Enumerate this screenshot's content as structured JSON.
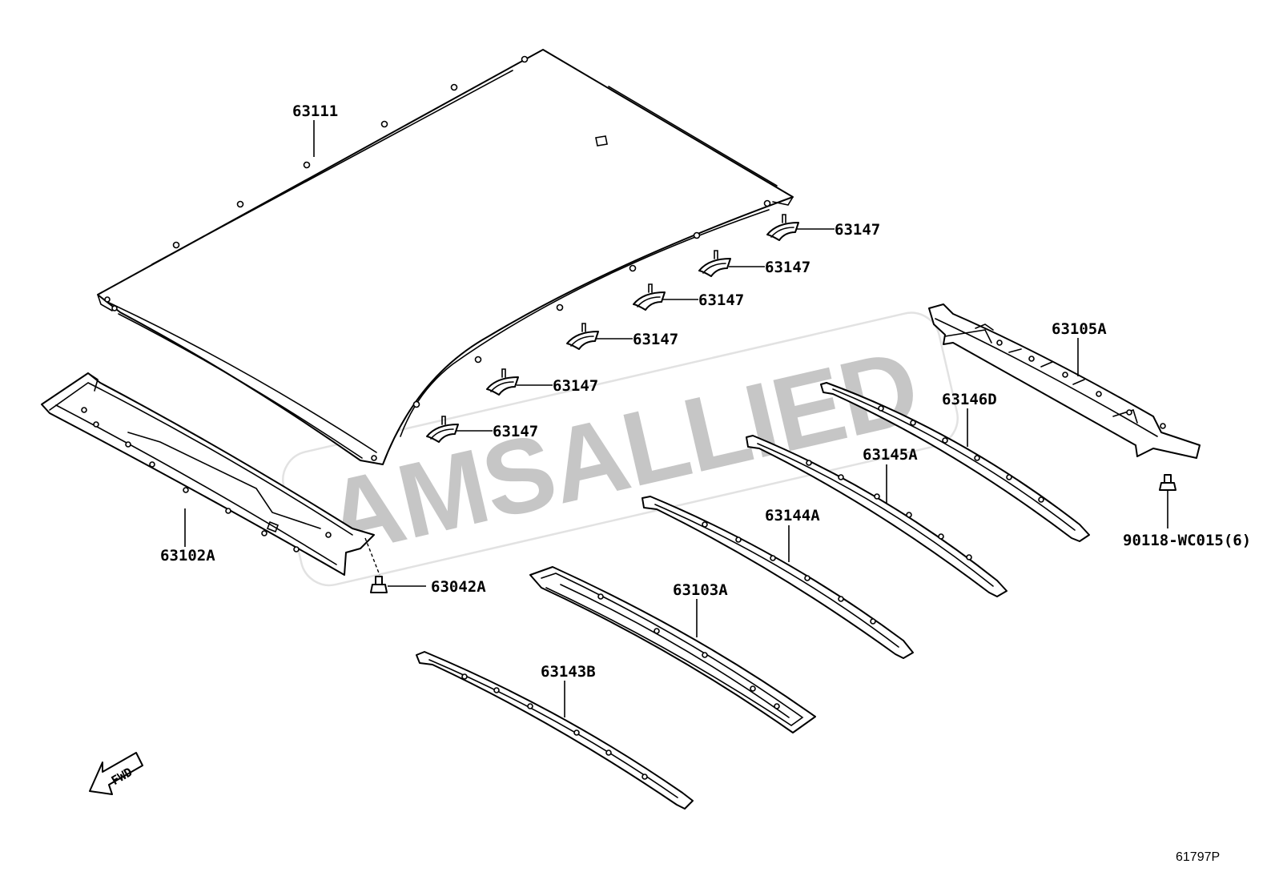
{
  "watermark": "AMSALLIED",
  "diagram_ref": "61797P",
  "fwd_label": "FWD",
  "callouts": {
    "roof_panel": "63111",
    "bow_1": "63147",
    "bow_2": "63147",
    "bow_3": "63147",
    "bow_4": "63147",
    "bow_5": "63147",
    "bow_6": "63147",
    "rear_header": "63105A",
    "reinf_d": "63146D",
    "reinf_a5": "63145A",
    "reinf_a4": "63144A",
    "reinf_a3": "63103A",
    "reinf_b3": "63143B",
    "front_header": "63102A",
    "bolt_front": "63042A",
    "bolt_rear": "90118-WC015(6)"
  }
}
